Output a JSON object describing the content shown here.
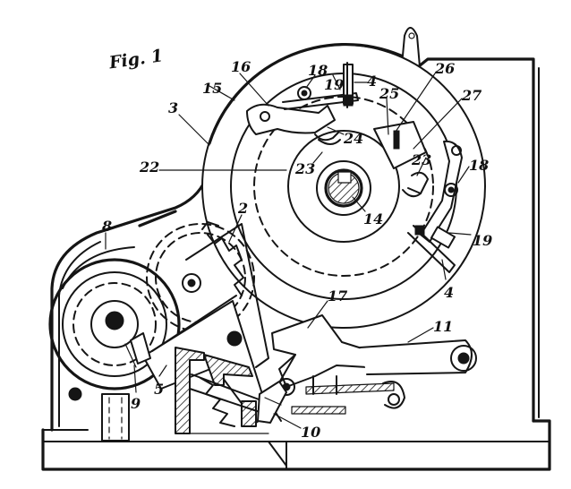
{
  "figure": {
    "title": "Fig. 1"
  },
  "labels": {
    "l2": "2",
    "l3": "3",
    "l4_top": "4",
    "l4_bottom": "4",
    "l5": "5",
    "l8": "8",
    "l9": "9",
    "l10": "10",
    "l11": "11",
    "l14": "14",
    "l15": "15",
    "l16": "16",
    "l17": "17",
    "l18_top": "18",
    "l18_right": "18",
    "l19_top": "19",
    "l19_right": "19",
    "l22": "22",
    "l23_left": "23",
    "l23_right": "23",
    "l24": "24",
    "l25": "25",
    "l26": "26",
    "l27": "27"
  }
}
